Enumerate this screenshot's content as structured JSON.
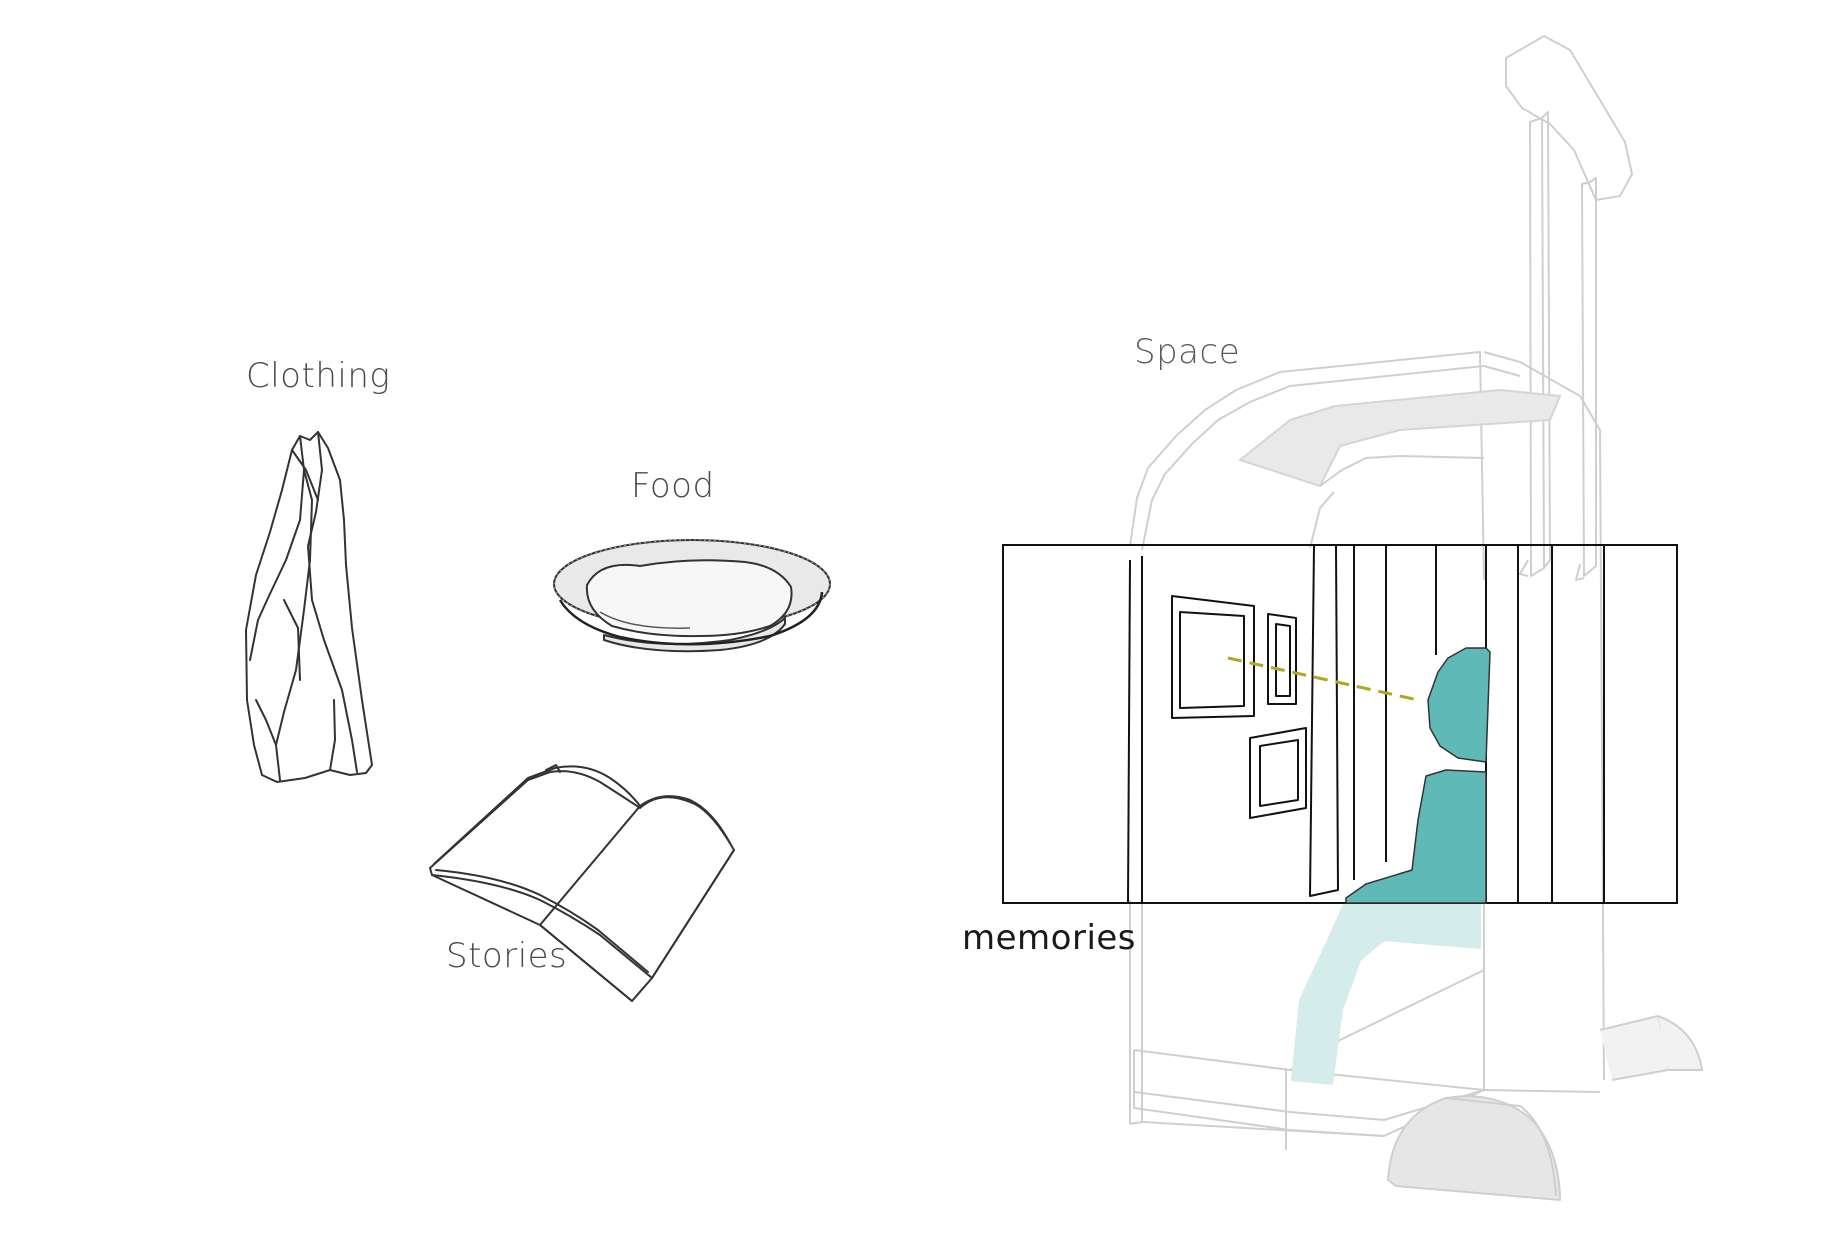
{
  "labels": {
    "clothing": "Clothing",
    "food": "Food",
    "stories": "Stories",
    "space": "Space",
    "memories": "memories"
  },
  "icons": {
    "clothing": "hanging-cloth-icon",
    "food": "plate-icon",
    "stories": "open-book-icon",
    "space": "booth-structure",
    "memories": "seated-person-viewing-frames"
  },
  "colors": {
    "figure": "#5fbab7",
    "figure_faded": "#cfe9e7",
    "sightline": "#b3a624",
    "outline": "#333333",
    "structure": "#cfcfcf",
    "frame_box": "#111111"
  }
}
